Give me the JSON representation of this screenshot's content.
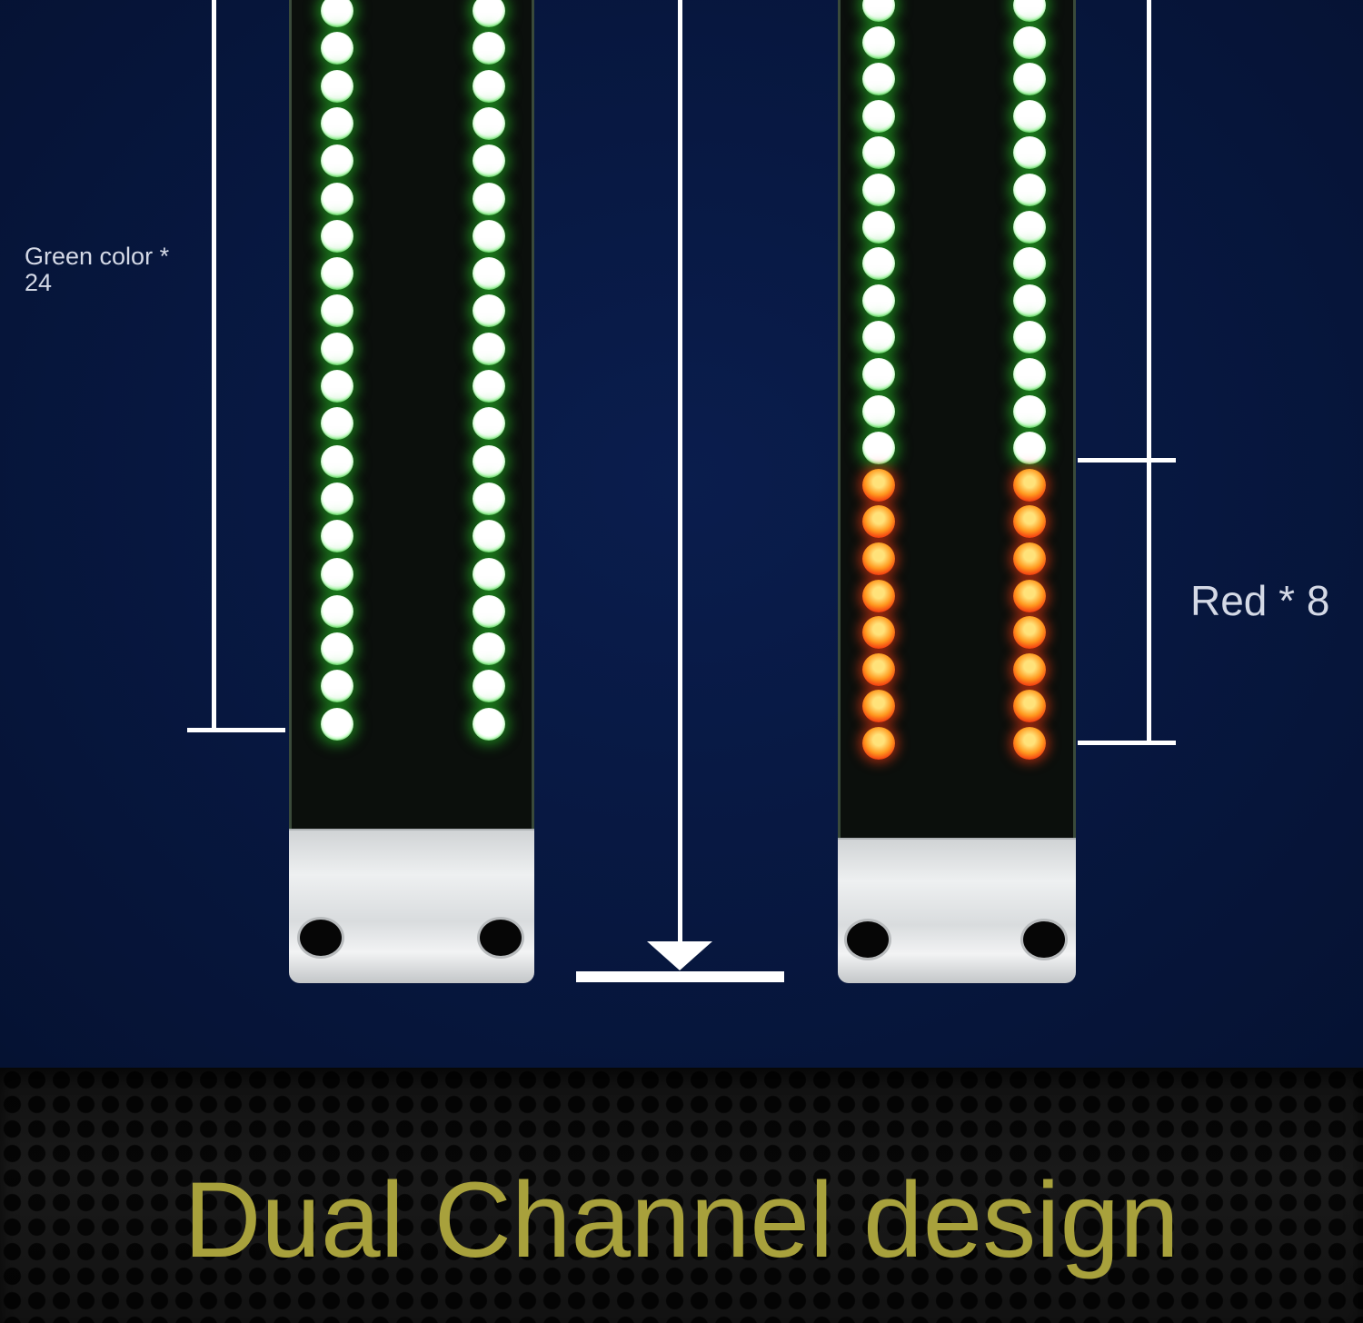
{
  "labels": {
    "green": "Green color * 24",
    "red": "Red * 8"
  },
  "title": "Dual Channel design",
  "colors": {
    "background": "#06143a",
    "title": "#a8a13c",
    "led_green": "#2fbf2f",
    "led_red": "#f23a10",
    "dimension_lines": "#ffffff"
  },
  "meters": {
    "left": {
      "green_leds_visible": 20,
      "red_leds_visible": 0
    },
    "right": {
      "green_leds_visible": 13,
      "red_leds_visible": 8
    }
  }
}
